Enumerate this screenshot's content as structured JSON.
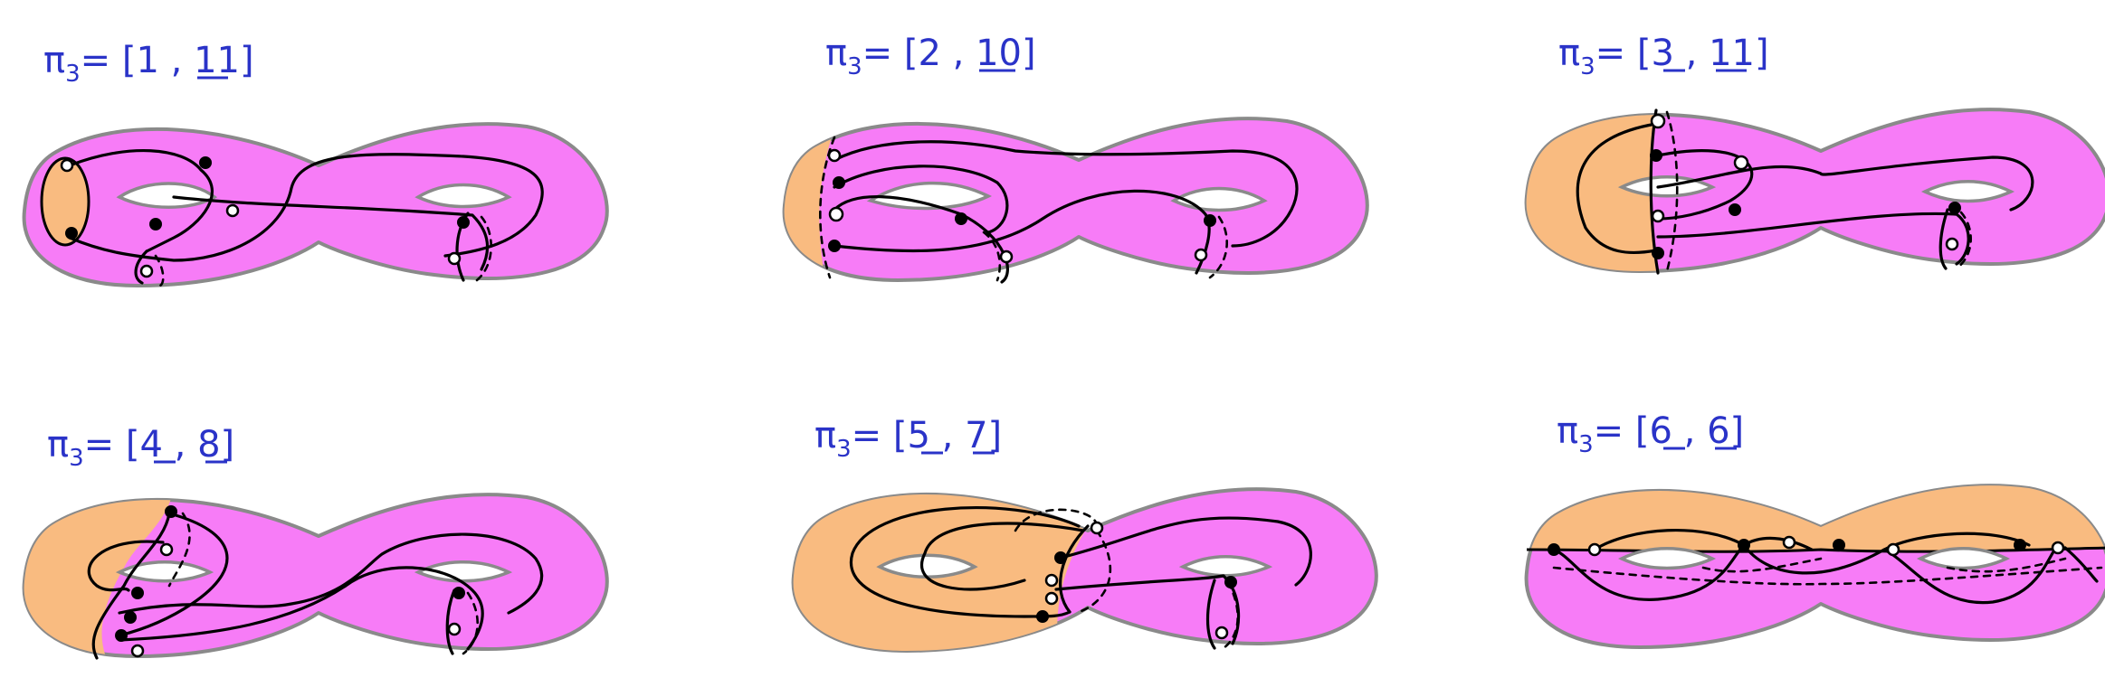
{
  "colors": {
    "pink": "#f77cf7",
    "orange": "#f9bb80",
    "outline": "#8a8a8a",
    "label": "#2a33c8",
    "curve": "#000000"
  },
  "panels": [
    {
      "id": "p1",
      "symbol": "π",
      "sub": "3",
      "text_rest": "= [",
      "a": "1",
      "b": "11",
      "a_underlined": false,
      "close": "]",
      "orange": "cap-left"
    },
    {
      "id": "p2",
      "symbol": "π",
      "sub": "3",
      "text_rest": "= [",
      "a": "2",
      "b": "10",
      "a_underlined": false,
      "close": "]",
      "orange": "cap-left-small"
    },
    {
      "id": "p3",
      "symbol": "π",
      "sub": "3",
      "text_rest": "= [",
      "a": "3",
      "b": "11",
      "a_underlined": true,
      "close": "]",
      "orange": "left-end"
    },
    {
      "id": "p4",
      "symbol": "π",
      "sub": "3",
      "text_rest": "= [",
      "a": "4",
      "b": "8",
      "a_underlined": true,
      "close": "]",
      "orange": "left-end-wide"
    },
    {
      "id": "p5",
      "symbol": "π",
      "sub": "3",
      "text_rest": "= [",
      "a": "5",
      "b": "7",
      "a_underlined": true,
      "close": "]",
      "orange": "left-half"
    },
    {
      "id": "p6",
      "symbol": "π",
      "sub": "3",
      "text_rest": "= [",
      "a": "6",
      "b": "6",
      "a_underlined": true,
      "close": "]",
      "orange": "top-half"
    }
  ]
}
